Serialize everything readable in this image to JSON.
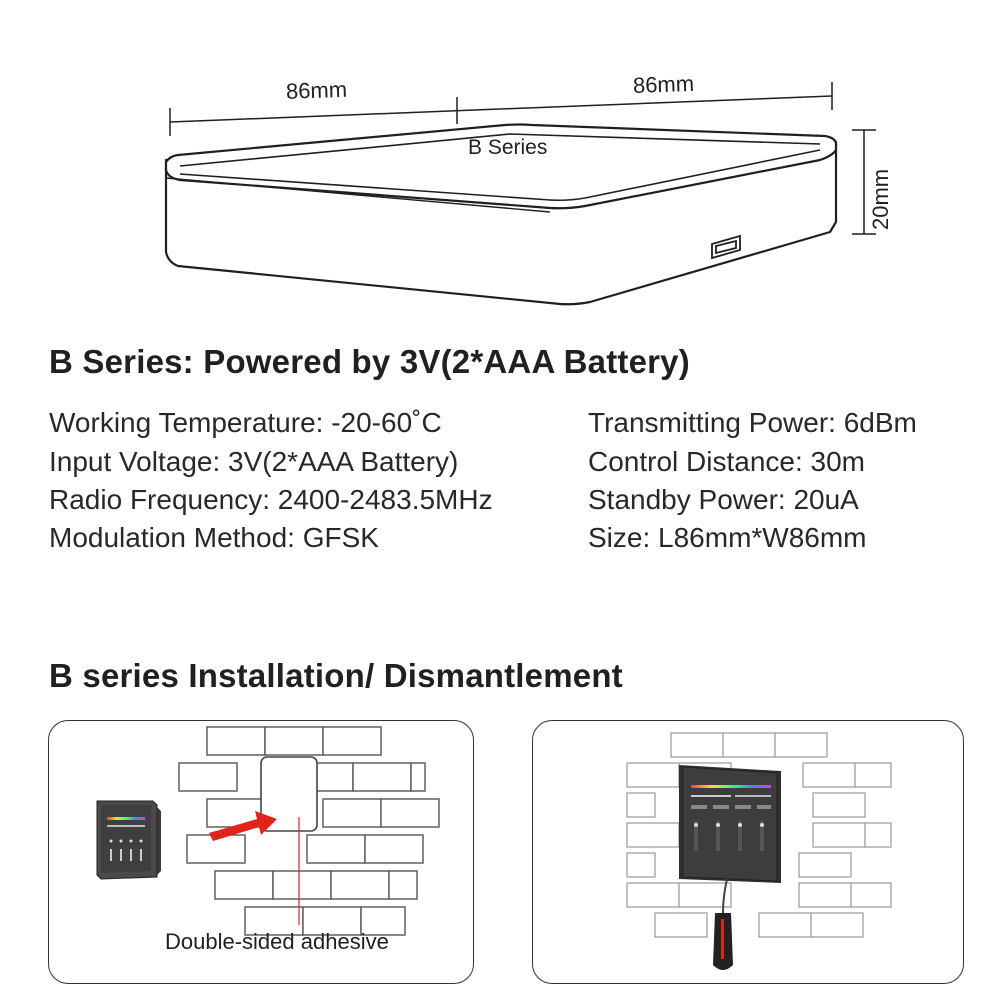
{
  "diagram": {
    "dim_width_left": "86mm",
    "dim_width_right": "86mm",
    "dim_height": "20mm",
    "device_label": "B Series"
  },
  "specs": {
    "title": "B Series: Powered by 3V(2*AAA Battery)",
    "left": [
      "Working Temperature: -20-60˚C",
      "Input Voltage: 3V(2*AAA Battery)",
      "Radio Frequency: 2400-2483.5MHz",
      "Modulation Method: GFSK"
    ],
    "right": [
      "Transmitting Power: 6dBm",
      "Control Distance: 30m",
      "Standby Power: 20uA",
      "Size: L86mm*W86mm"
    ]
  },
  "installation": {
    "title": "B series Installation/ Dismantlement",
    "adhesive_caption": "Double-sided adhesive"
  },
  "colors": {
    "line": "#231f20",
    "arrow": "#e2231a",
    "brick": "#555555",
    "brick_light": "#9a9a9a"
  }
}
